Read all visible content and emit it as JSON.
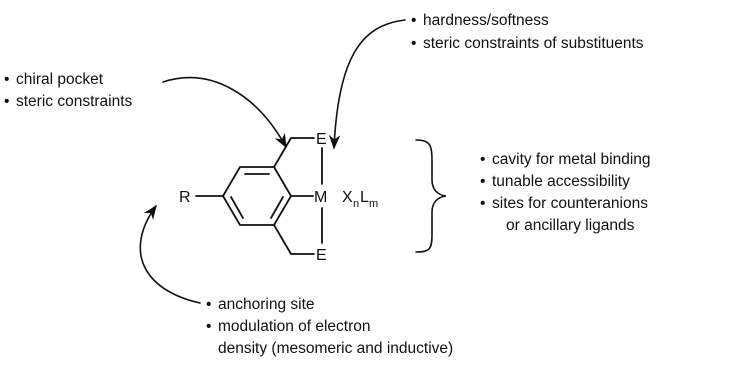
{
  "groups": {
    "top_right": [
      "hardness/softness",
      "steric constraints of substituents"
    ],
    "top_left": [
      "chiral pocket",
      "steric constraints"
    ],
    "right": [
      "cavity for metal binding",
      "tunable accessibility",
      "sites for counteranions",
      "or ancillary ligands"
    ],
    "bottom": [
      "anchoring site",
      "modulation of electron",
      "density (mesomeric and inductive)"
    ]
  },
  "bullet": "•",
  "atoms": {
    "r": "R",
    "m": "M",
    "e_top": "E",
    "e_bottom": "E",
    "x": "X",
    "x_sub": "n",
    "l": "L",
    "l_sub": "m"
  }
}
